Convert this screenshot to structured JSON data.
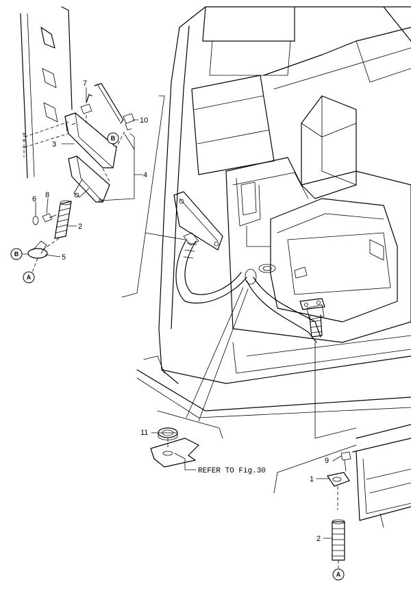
{
  "callouts": {
    "p1": "1",
    "p2a": "2",
    "p2b": "2",
    "p3": "3",
    "p4": "4",
    "p5": "5",
    "p6": "6",
    "p7": "7",
    "p8": "8",
    "p9": "9",
    "p10": "10",
    "p11": "11"
  },
  "connectors": {
    "a1": "A",
    "a2": "A",
    "b1": "B",
    "b2": "B"
  },
  "reference_note": "REFER TO Fig.30"
}
